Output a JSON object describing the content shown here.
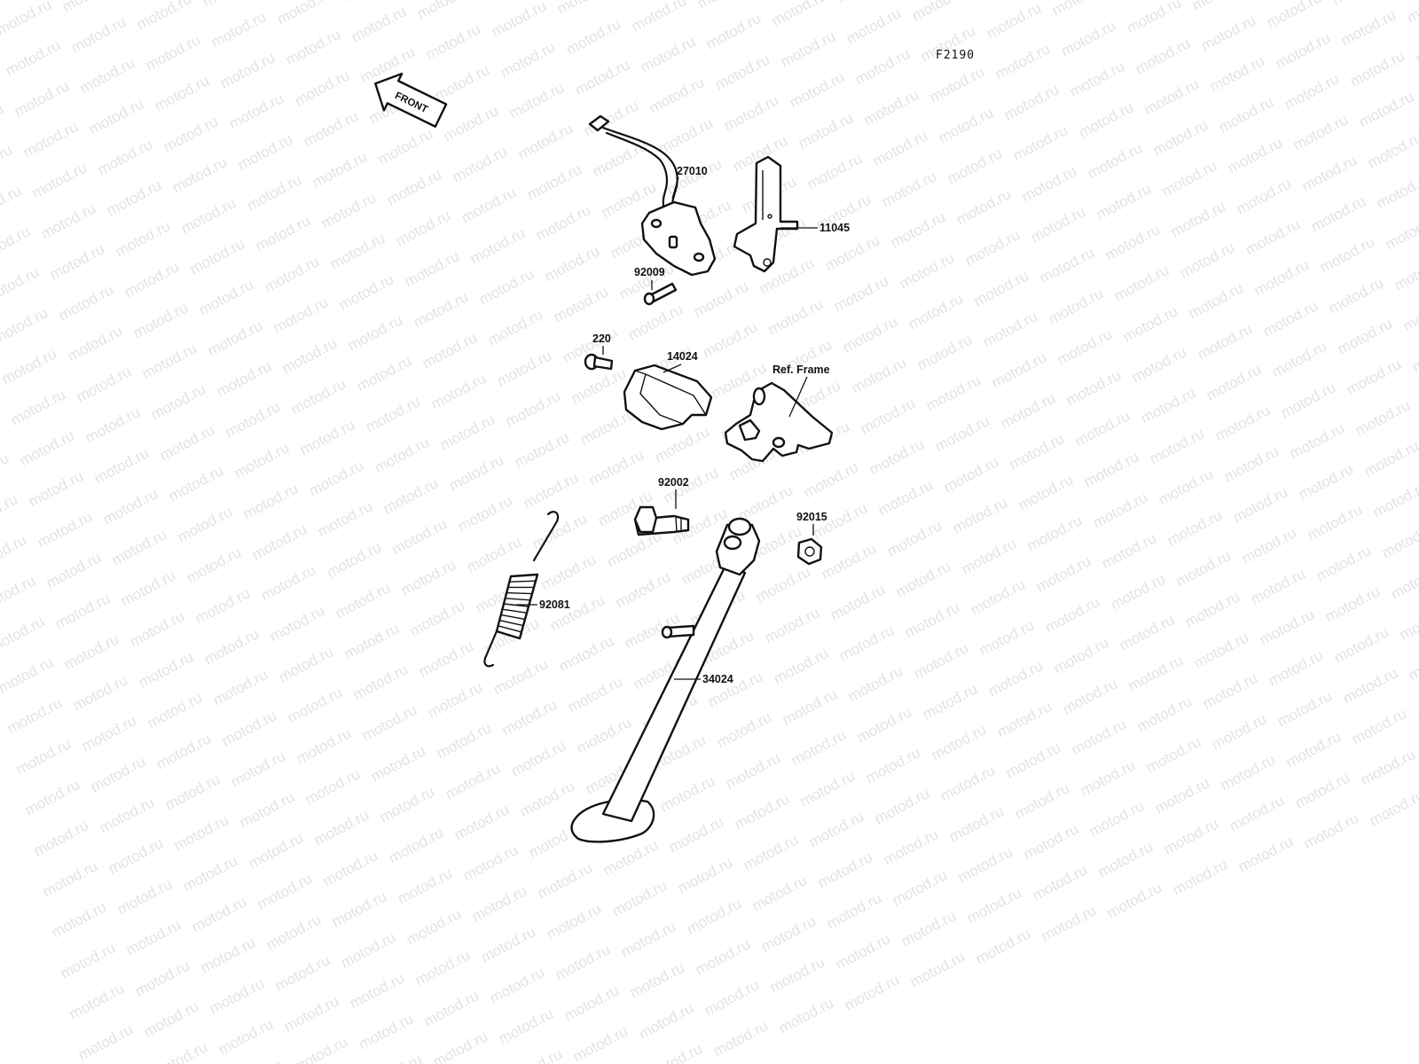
{
  "diagram": {
    "code": "F2190",
    "direction_label": "FRONT",
    "watermark_text": "motod.ru",
    "colors": {
      "line": "#111111",
      "watermark": "#e3e3e3",
      "background": "#ffffff"
    },
    "parts": [
      {
        "id": "27010",
        "label": "27010",
        "name": "side-stand-switch"
      },
      {
        "id": "11045",
        "label": "11045",
        "name": "switch-bracket"
      },
      {
        "id": "92009",
        "label": "92009",
        "name": "switch-screw"
      },
      {
        "id": "220",
        "label": "220",
        "name": "cover-bolt"
      },
      {
        "id": "14024",
        "label": "14024",
        "name": "switch-cover"
      },
      {
        "id": "ref-frame",
        "label": "Ref. Frame",
        "name": "frame-mount-bracket"
      },
      {
        "id": "92002",
        "label": "92002",
        "name": "pivot-bolt"
      },
      {
        "id": "92015",
        "label": "92015",
        "name": "pivot-nut"
      },
      {
        "id": "92081",
        "label": "92081",
        "name": "return-spring"
      },
      {
        "id": "34024",
        "label": "34024",
        "name": "side-stand"
      }
    ]
  }
}
